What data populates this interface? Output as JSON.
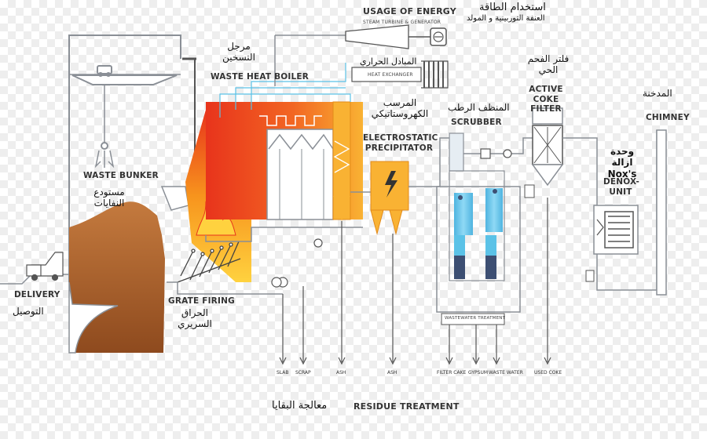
{
  "labels": {
    "usage_of_energy": "USAGE OF ENERGY",
    "usage_ar_1": "استخدام الطاقة",
    "usage_ar_2": "العنفة التوربينية و المولد",
    "steam_turbine": "STEAM TURBINE & GENERATOR",
    "heat_exchanger": "HEAT EXCHANGER",
    "heat_exchanger_ar": "المبادل الحراري",
    "waste_heat_boiler_ar": "مرجل التسخين",
    "waste_heat_boiler": "WASTE HEAT BOILER",
    "esp_ar": "المرسب الكهروستاتيكي",
    "esp": "ELECTROSTATIC PRECIPITATOR",
    "scrubber_ar": "المنظف الرطب",
    "scrubber": "SCRUBBER",
    "coke_filter_ar": "فلتر الفحم الحي",
    "coke_filter": "ACTIVE COKE FILTER",
    "chimney_ar": "المدخنة",
    "chimney": "CHIMNEY",
    "denox_ar": "وحدة ازالة Nox's",
    "denox": "DENOX- UNIT",
    "waste_bunker": "WASTE BUNKER",
    "bunker_ar": "مستودع النفايات",
    "delivery": "DELIVERY",
    "delivery_ar": "التوصيل",
    "grate_firing": "GRATE FIRING",
    "grate_ar": "الحراق السريري",
    "wastewater_treatment": "WASTEWATER TREATMENT",
    "residue_treatment": "RESIDUE TREATMENT",
    "residue_ar": "معالجة البقايا"
  },
  "outputs": [
    "SLAB",
    "SCRAP",
    "ASH",
    "ASH",
    "FILTER CAKE",
    "GYPSUM",
    "WASTE WATER",
    "USED COKE"
  ],
  "colors": {
    "flame_red": "#e8341c",
    "flame_orange": "#f7941d",
    "boiler_yellow": "#f9b233",
    "bunker_brown": "#b8652f",
    "scrubber_blue": "#5bc2e7",
    "scrubber_dark": "#3d4f73",
    "line_grey": "#8a8f96"
  }
}
